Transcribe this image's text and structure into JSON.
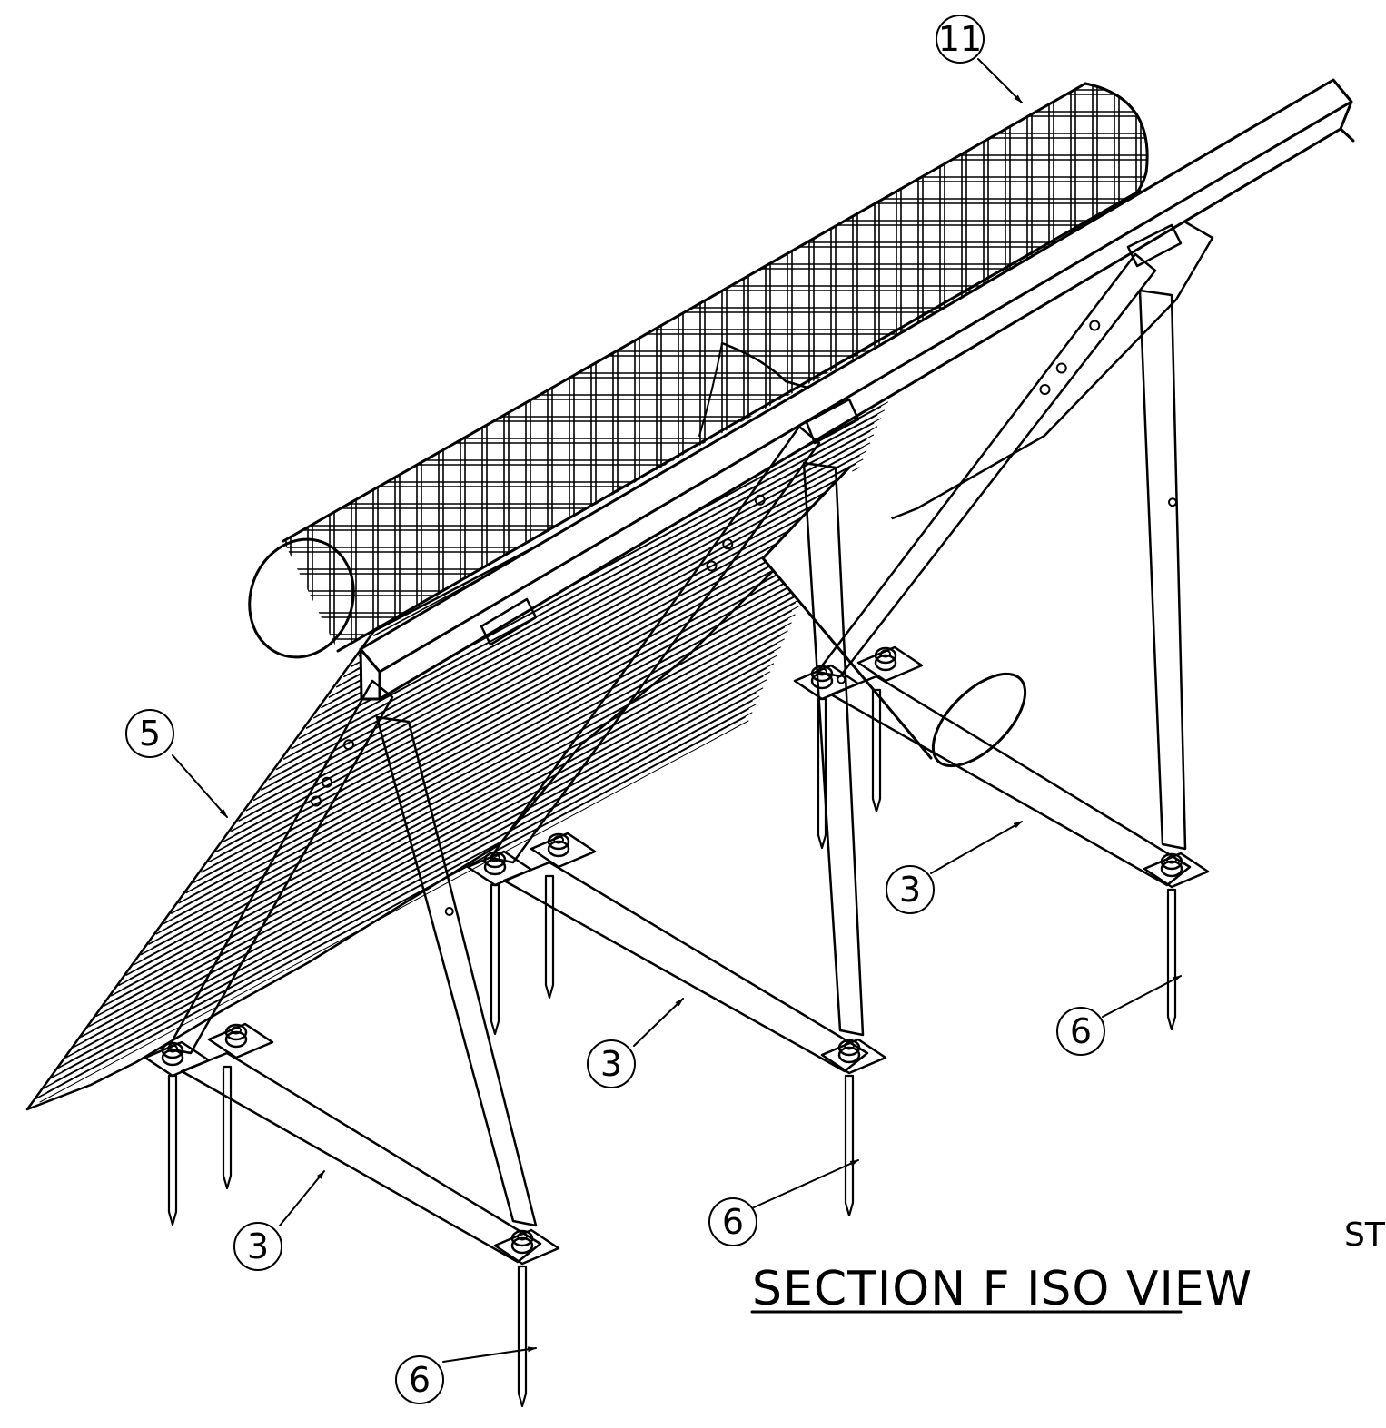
{
  "drawing": {
    "title": "SECTION F ISO VIEW",
    "sheet_text_fragment": "ST"
  },
  "callouts": [
    {
      "id": "balloon-11",
      "label": "11",
      "refers_to": "mesh cylinder"
    },
    {
      "id": "balloon-5",
      "label": "5",
      "refers_to": "corrugated sheet"
    },
    {
      "id": "balloon-3-a",
      "label": "3",
      "refers_to": "bottom rail"
    },
    {
      "id": "balloon-3-b",
      "label": "3",
      "refers_to": "bottom rail"
    },
    {
      "id": "balloon-3-c",
      "label": "3",
      "refers_to": "bottom rail"
    },
    {
      "id": "balloon-6-a",
      "label": "6",
      "refers_to": "ground stake"
    },
    {
      "id": "balloon-6-b",
      "label": "6",
      "refers_to": "ground stake"
    },
    {
      "id": "balloon-6-c",
      "label": "6",
      "refers_to": "ground stake"
    }
  ],
  "colors": {
    "line": "#000000",
    "background": "#ffffff"
  }
}
